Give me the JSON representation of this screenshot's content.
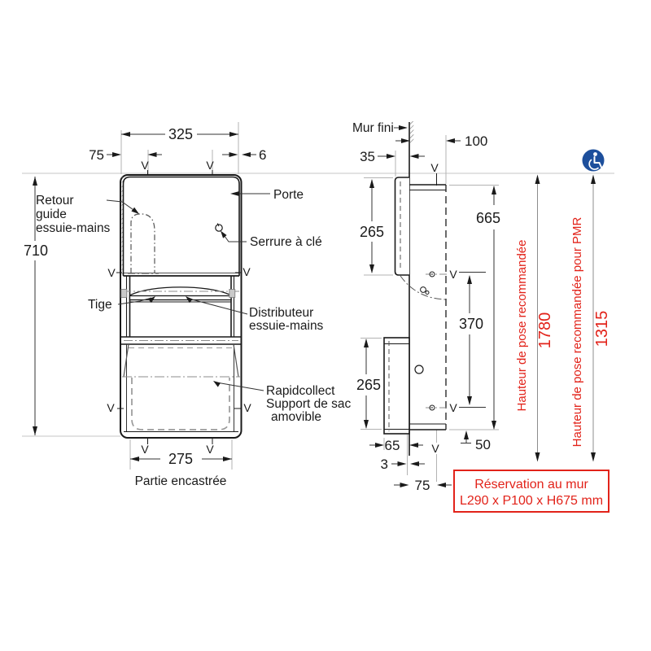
{
  "colors": {
    "red": "#e2231a",
    "blue": "#1d4f9c",
    "line": "#1a1a1a",
    "ext": "#b3b3b3"
  },
  "v_mark": "V",
  "front": {
    "dim_width": "325",
    "dim_left_offset": "75",
    "dim_gap": "6",
    "dim_height": "710",
    "dim_recess_width": "275",
    "label_recess": "Partie encastrée",
    "label_retour_1": "Retour",
    "label_retour_2": "guide",
    "label_retour_3": "essuie-mains",
    "label_porte": "Porte",
    "label_serrure": "Serrure à clé",
    "label_tige": "Tige",
    "label_distrib_1": "Distributeur",
    "label_distrib_2": "essuie-mains",
    "label_rapid_1": "Rapidcollect",
    "label_rapid_2": "Support de sac",
    "label_rapid_3": "amovible"
  },
  "side": {
    "label_mur_fini": "Mur fini",
    "dim_35": "35",
    "dim_100": "100",
    "dim_265_top": "265",
    "dim_665": "665",
    "dim_370": "370",
    "dim_265_bottom": "265",
    "dim_65": "65",
    "dim_3": "3",
    "dim_75": "75",
    "dim_50": "50"
  },
  "mounting": {
    "label_standard": "Hauteur de pose recommandée",
    "value_standard": "1780",
    "label_pmr": "Hauteur de pose recommandée pour PMR",
    "value_pmr": "1315"
  },
  "reservation": {
    "line1": "Réservation au mur",
    "line2": "L290 x P100 x H675 mm"
  }
}
